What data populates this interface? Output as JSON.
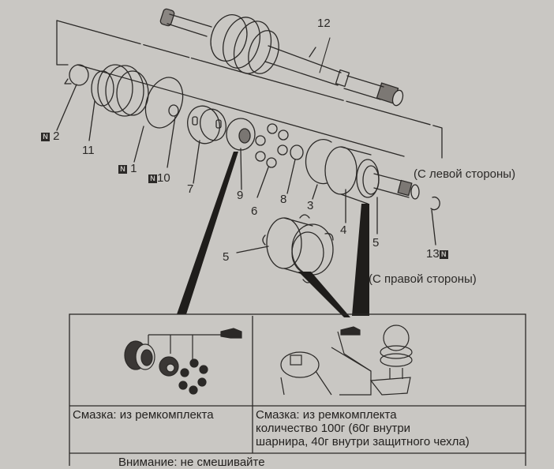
{
  "diagram": {
    "type": "exploded-parts-diagram",
    "subject": "Drive shaft (CV joint) assembly",
    "callouts": [
      {
        "id": "c12",
        "number": "12",
        "new_part": false
      },
      {
        "id": "c2",
        "number": "2",
        "new_part": true
      },
      {
        "id": "c11",
        "number": "11",
        "new_part": false
      },
      {
        "id": "c1",
        "number": "1",
        "new_part": true
      },
      {
        "id": "c10",
        "number": "10",
        "new_part": true
      },
      {
        "id": "c7",
        "number": "7",
        "new_part": false
      },
      {
        "id": "c9",
        "number": "9",
        "new_part": false
      },
      {
        "id": "c6",
        "number": "6",
        "new_part": false
      },
      {
        "id": "c8",
        "number": "8",
        "new_part": false
      },
      {
        "id": "c3",
        "number": "3",
        "new_part": false
      },
      {
        "id": "c4",
        "number": "4",
        "new_part": false
      },
      {
        "id": "c5a",
        "number": "5",
        "new_part": false
      },
      {
        "id": "c13",
        "number": "13",
        "new_part": true
      },
      {
        "id": "c5b",
        "number": "5",
        "new_part": false
      }
    ],
    "new_part_badge": "N",
    "notes": {
      "left_side": "(С левой стороны)",
      "right_side": "(С правой стороны)"
    }
  },
  "lube_table": {
    "left_cell_text": "Смазка: из ремкомплекта",
    "right_cell_lines": [
      "Смазка: из ремкомплекта",
      "количество 100г (60г внутри",
      "шарнира, 40г внутри защитного чехла)"
    ],
    "footer_text": "Внимание: не смешивайте"
  },
  "colors": {
    "paper": "#c9c7c3",
    "ink": "#2b2927"
  }
}
